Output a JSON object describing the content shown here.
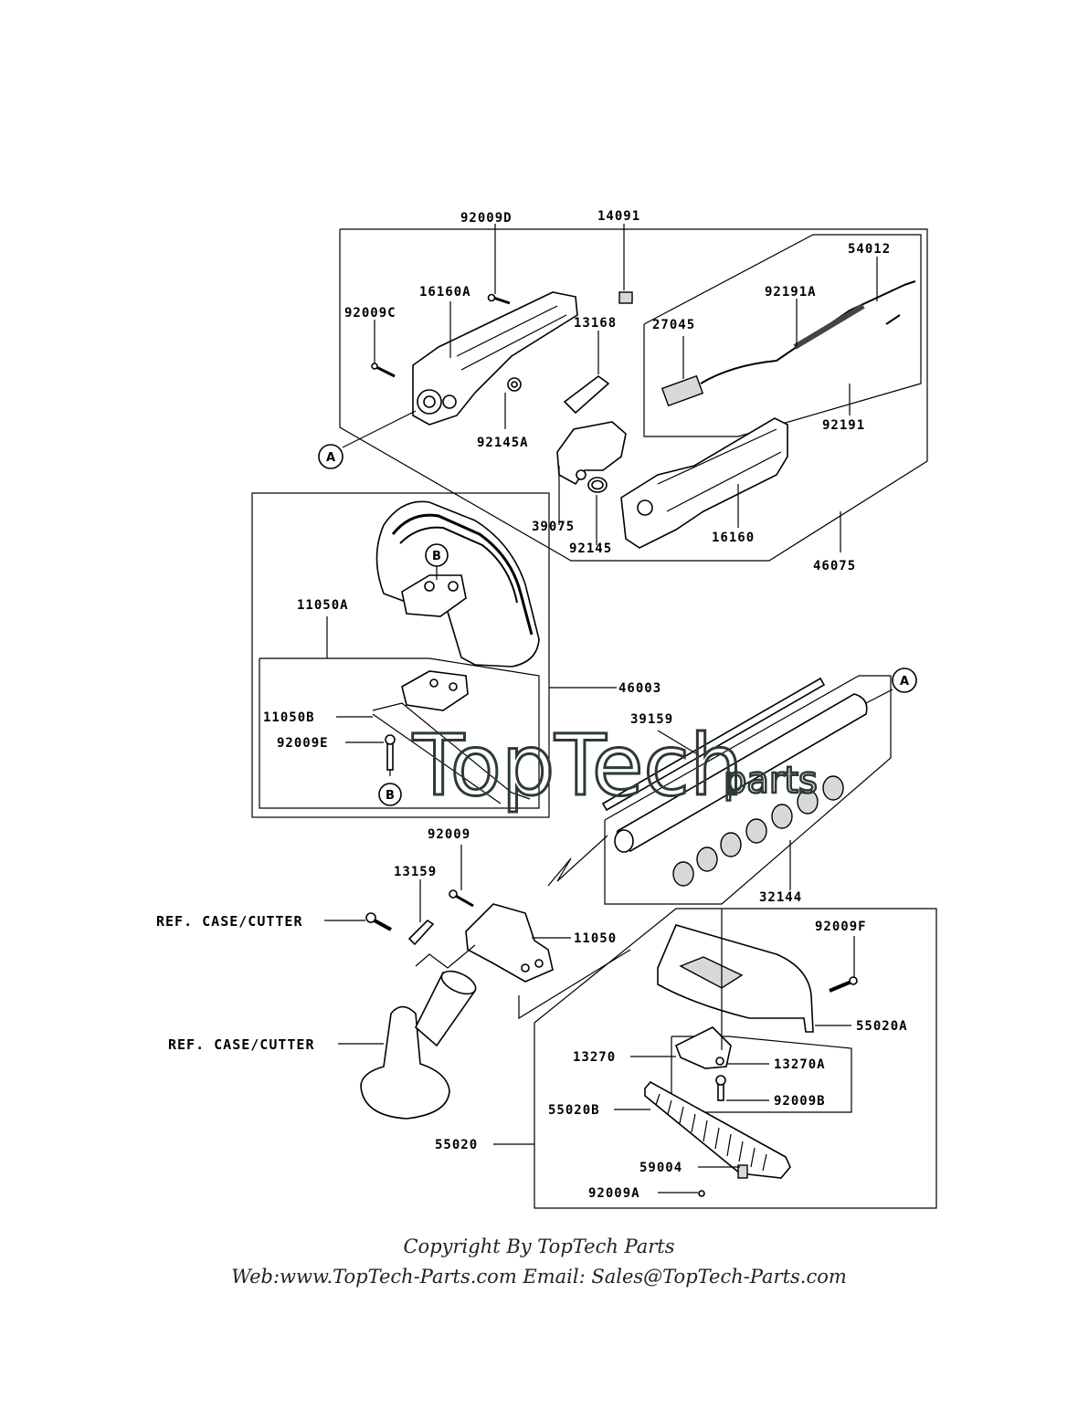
{
  "labels": {
    "p92009D": "92009D",
    "p14091": "14091",
    "p54012": "54012",
    "p16160A": "16160A",
    "p92191A": "92191A",
    "p92009C": "92009C",
    "p13168": "13168",
    "p27045": "27045",
    "p92191": "92191",
    "p92145A": "92145A",
    "p39075": "39075",
    "p16160": "16160",
    "p92145": "92145",
    "p46075": "46075",
    "p11050A": "11050A",
    "p46003": "46003",
    "p39159": "39159",
    "p11050B": "11050B",
    "p92009E": "92009E",
    "p92009": "92009",
    "p13159": "13159",
    "p32144": "32144",
    "refCaseCutter1": "REF. CASE/CUTTER",
    "p11050": "11050",
    "p92009F": "92009F",
    "refCaseCutter2": "REF. CASE/CUTTER",
    "p55020A": "55020A",
    "p13270": "13270",
    "p13270A": "13270A",
    "p92009B": "92009B",
    "p55020B": "55020B",
    "p55020": "55020",
    "p59004": "59004",
    "p92009A": "92009A"
  },
  "markers": {
    "a1": "A",
    "a2": "A",
    "b1": "B",
    "b2": "B"
  },
  "watermark": {
    "main": "TopTech",
    "sub": "parts"
  },
  "footer": {
    "line1": "Copyright By TopTech Parts",
    "line2": "Web:www.TopTech-Parts.com  Email: Sales@TopTech-Parts.com"
  }
}
